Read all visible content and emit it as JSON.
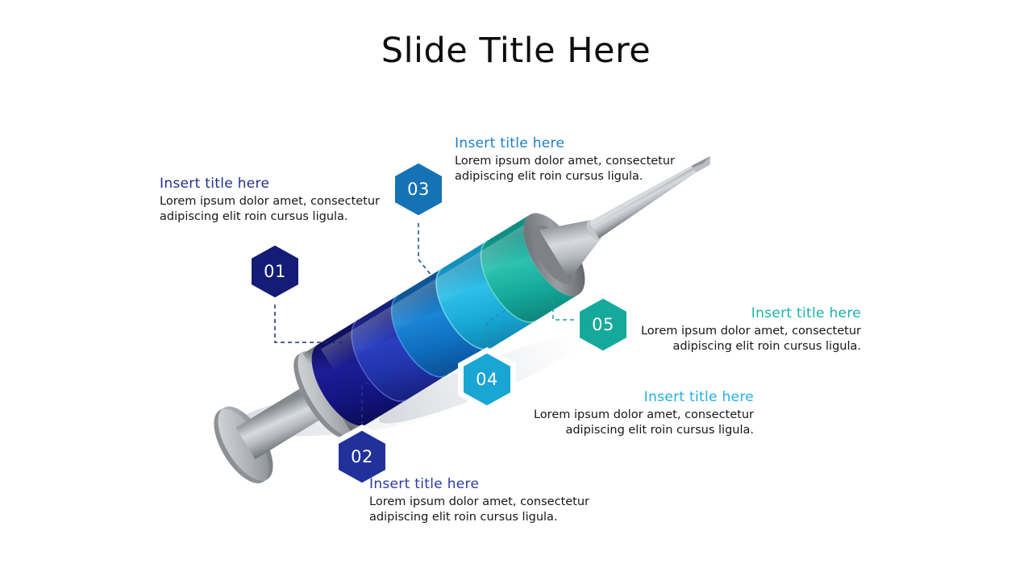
{
  "slide": {
    "title": "Slide Title Here",
    "background": "#ffffff"
  },
  "graphic": {
    "name": "syringe-infographic",
    "needle_color": "#9a9ea3",
    "plunger_color": "#a8acb1",
    "segment_colors": [
      "#141478",
      "#1f2f9e",
      "#0f63b5",
      "#19a9d4",
      "#16a89a"
    ]
  },
  "items": [
    {
      "number": "01",
      "badge_color": "#141c78",
      "title": "Insert title here",
      "title_color": "#1f2f8f",
      "body": "Lorem ipsum dolor amet, consectetur adipiscing elit roin cursus ligula.",
      "connector_color": "#1b2a7a"
    },
    {
      "number": "02",
      "badge_color": "#20319b",
      "title": "Insert title here",
      "title_color": "#2a3aa0",
      "body": "Lorem ipsum dolor amet, consectetur adipiscing elit roin cursus ligula.",
      "connector_color": "#24339a"
    },
    {
      "number": "03",
      "badge_color": "#1572b5",
      "title": "Insert title here",
      "title_color": "#1a7fc4",
      "body": "Lorem ipsum dolor amet, consectetur adipiscing elit roin cursus ligula.",
      "connector_color": "#1c4a96"
    },
    {
      "number": "04",
      "badge_color": "#19a6d4",
      "title": "Insert title here",
      "title_color": "#1fb0e0",
      "body": "Lorem ipsum dolor amet, consectetur adipiscing elit roin cursus ligula.",
      "connector_color": "#1b8fbe"
    },
    {
      "number": "05",
      "badge_color": "#14a99b",
      "title": "Insert title here",
      "title_color": "#18b3a4",
      "body": "Lorem ipsum dolor amet, consectetur adipiscing elit roin cursus ligula.",
      "connector_color": "#18a195"
    }
  ]
}
